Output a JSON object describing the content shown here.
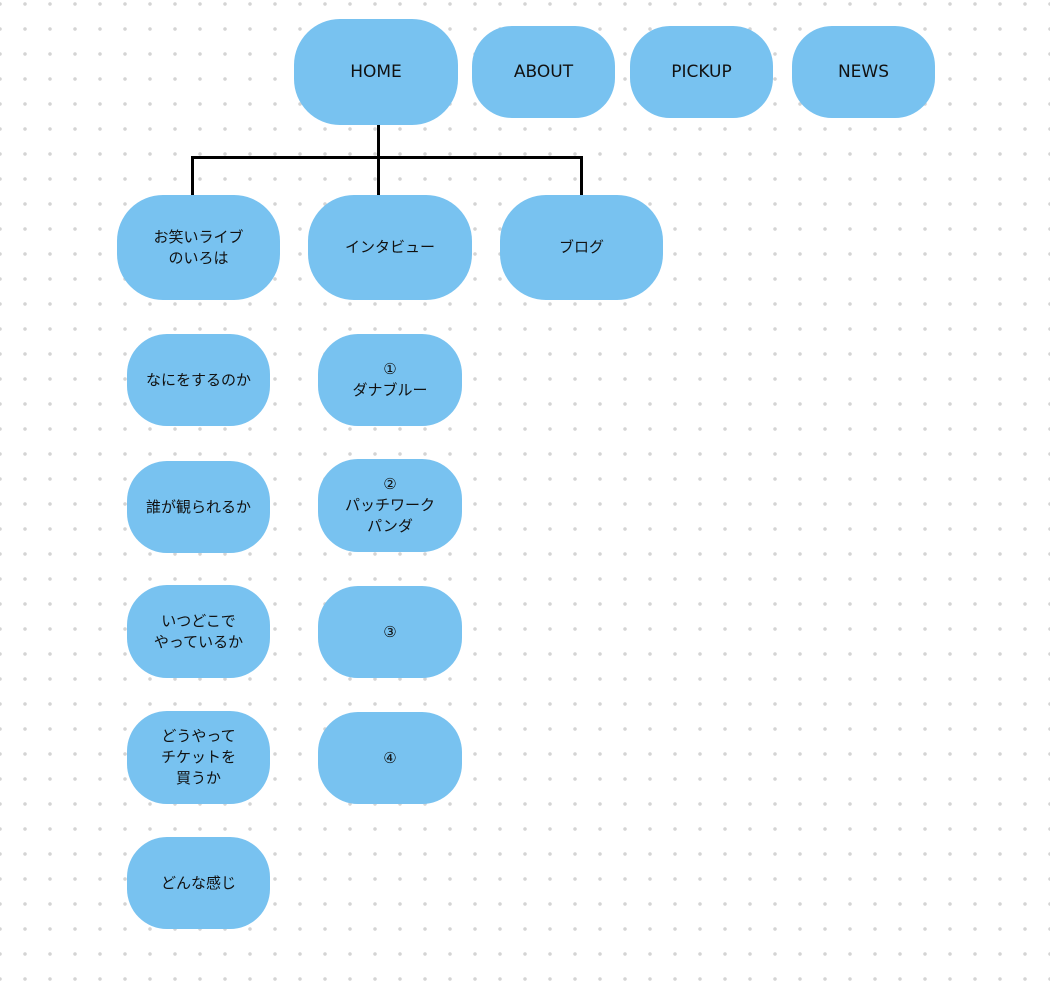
{
  "colors": {
    "node": "#78c2f0",
    "connector": "#000000"
  },
  "top_nav": [
    {
      "label": "HOME"
    },
    {
      "label": "ABOUT"
    },
    {
      "label": "PICKUP"
    },
    {
      "label": "NEWS"
    }
  ],
  "home_children": [
    {
      "label": "お笑いライブ\nのいろは"
    },
    {
      "label": "インタビュー"
    },
    {
      "label": "ブログ"
    }
  ],
  "owarai_items": [
    {
      "label": "なにをするのか"
    },
    {
      "label": "誰が観られるか"
    },
    {
      "label": "いつどこで\nやっているか"
    },
    {
      "label": "どうやって\nチケットを\n買うか"
    },
    {
      "label": "どんな感じ"
    }
  ],
  "interview_items": [
    {
      "label": "①\nダナブルー"
    },
    {
      "label": "②\nパッチワーク\nパンダ"
    },
    {
      "label": "③"
    },
    {
      "label": "④"
    }
  ]
}
